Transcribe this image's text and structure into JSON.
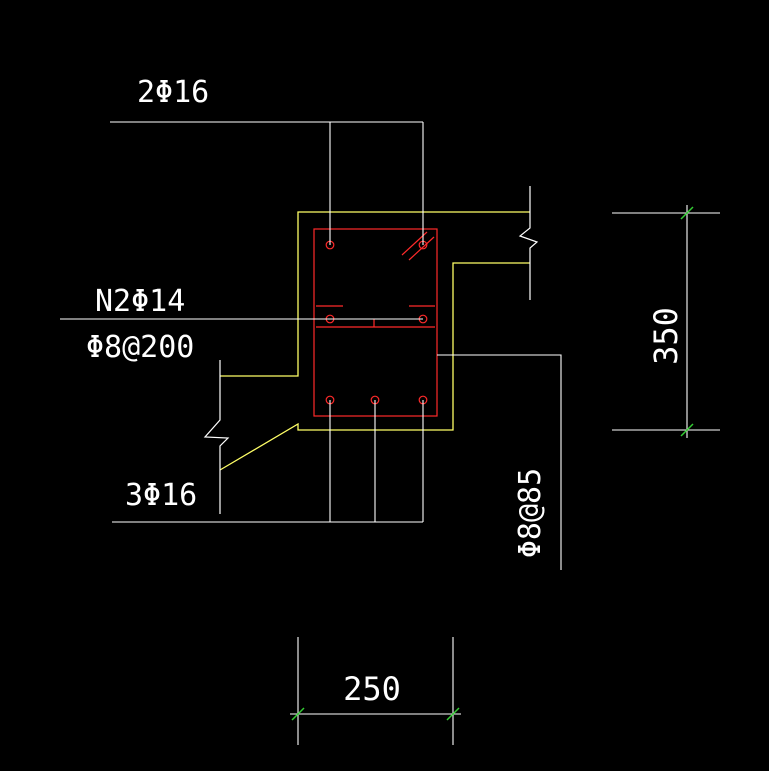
{
  "colors": {
    "background": "#000000",
    "white_lines": "#ffffff",
    "outline_yellow": "#ffff66",
    "rebar_red": "#ff2a2a",
    "tick_green": "#33cc33"
  },
  "labels": {
    "top_bars": "2Φ16",
    "side_bars": "N2Φ14",
    "stirrups_beam": "Φ8@200",
    "bottom_bars": "3Φ16",
    "stirrups_lintel": "Φ8@85"
  },
  "dimensions": {
    "width": "250",
    "height": "350"
  }
}
